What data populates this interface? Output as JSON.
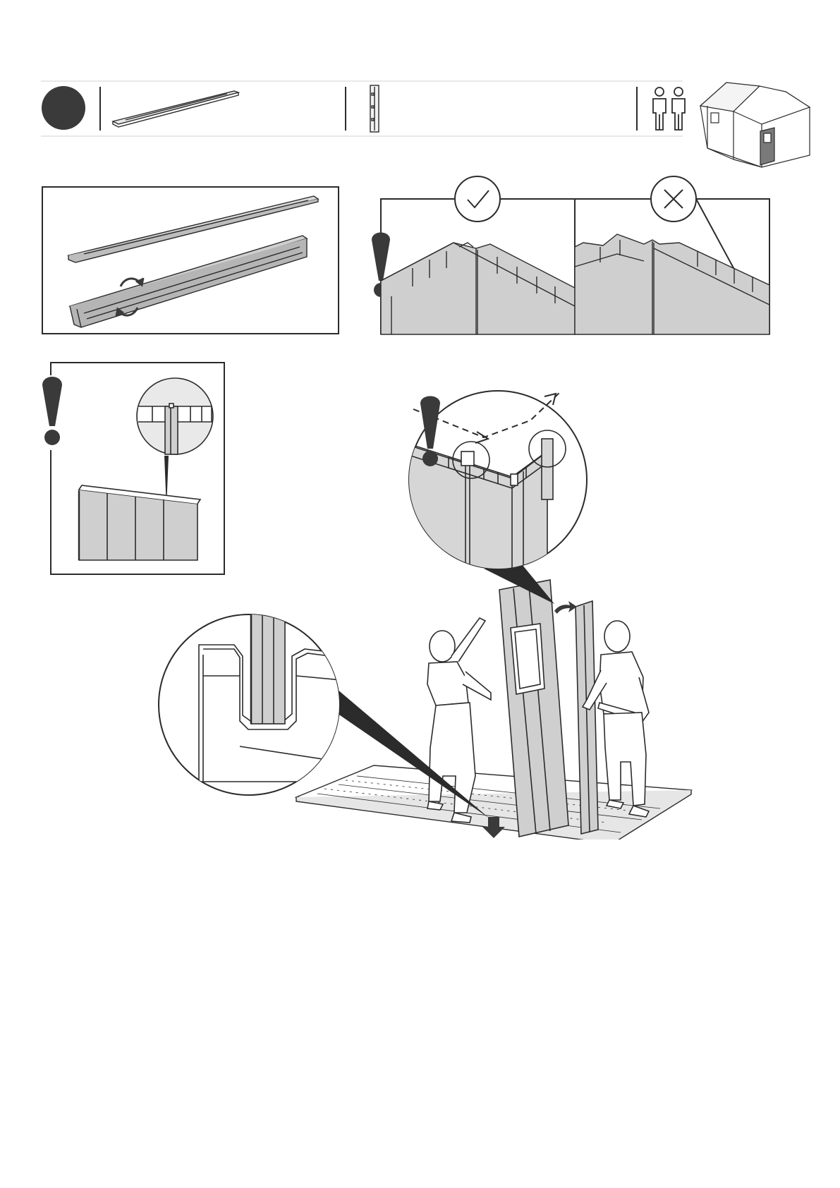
{
  "page": {
    "type": "assembly-instruction-step",
    "text_content": []
  },
  "header": {
    "step_marker": {
      "style": "filled-dark-circle",
      "number_visible": false
    },
    "parts": [
      {
        "icon": "long-roof-profile-part-icon"
      },
      {
        "icon": "narrow-vertical-connector-part-icon"
      }
    ],
    "persons_required_icon": "two-persons-icon",
    "overview_icon": "shed-overview-icon"
  },
  "panels": {
    "rotate_profile": {
      "icon": "rotate-arrows-icon"
    },
    "correct_vs_wrong": {
      "correct": {
        "icon": "check-circle-icon"
      },
      "wrong": {
        "icon": "cross-circle-icon"
      },
      "warning": {
        "icon": "exclamation-icon"
      }
    },
    "connector_detail": {
      "warning": {
        "icon": "exclamation-icon"
      }
    },
    "main_scene": {
      "corner_detail_warning": {
        "icon": "exclamation-icon"
      },
      "base_detail": {
        "icon": "magnifier-callout"
      },
      "persons": 2
    }
  },
  "colors": {
    "line": "#2b2b2b",
    "panel_gray": "#cfcfcf",
    "dark_fill": "#3a3a3a",
    "divider": "#d9d9d9"
  }
}
